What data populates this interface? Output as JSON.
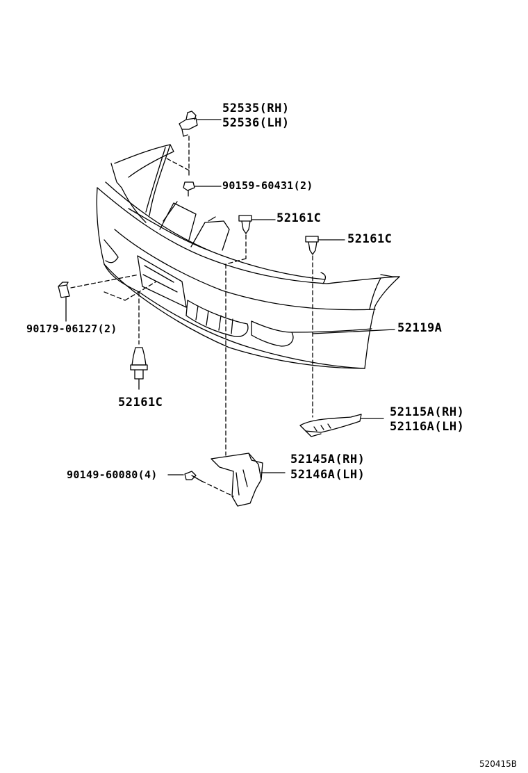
{
  "labels": {
    "p52535": "52535(RH)",
    "p52536": "52536(LH)",
    "p90159": "90159-60431(2)",
    "p52161c_a": "52161C",
    "p52161c_b": "52161C",
    "p52161c_c": "52161C",
    "p90179": "90179-06127(2)",
    "p52119a": "52119A",
    "p52115a": "52115A(RH)",
    "p52116a": "52116A(LH)",
    "p52145a": "52145A(RH)",
    "p52146a": "52146A(LH)",
    "p90149": "90149-60080(4)"
  },
  "drawing_code": "520415B"
}
